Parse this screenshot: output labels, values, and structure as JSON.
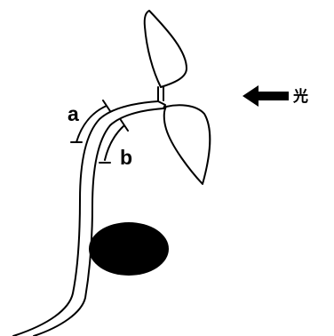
{
  "labels": {
    "region_a": "a",
    "region_b": "b",
    "light": "光"
  },
  "colors": {
    "line": "#000000",
    "seed": "#000000",
    "arrow": "#000000",
    "background": "#ffffff"
  },
  "icons": {
    "light_direction": "left-arrow-icon"
  }
}
